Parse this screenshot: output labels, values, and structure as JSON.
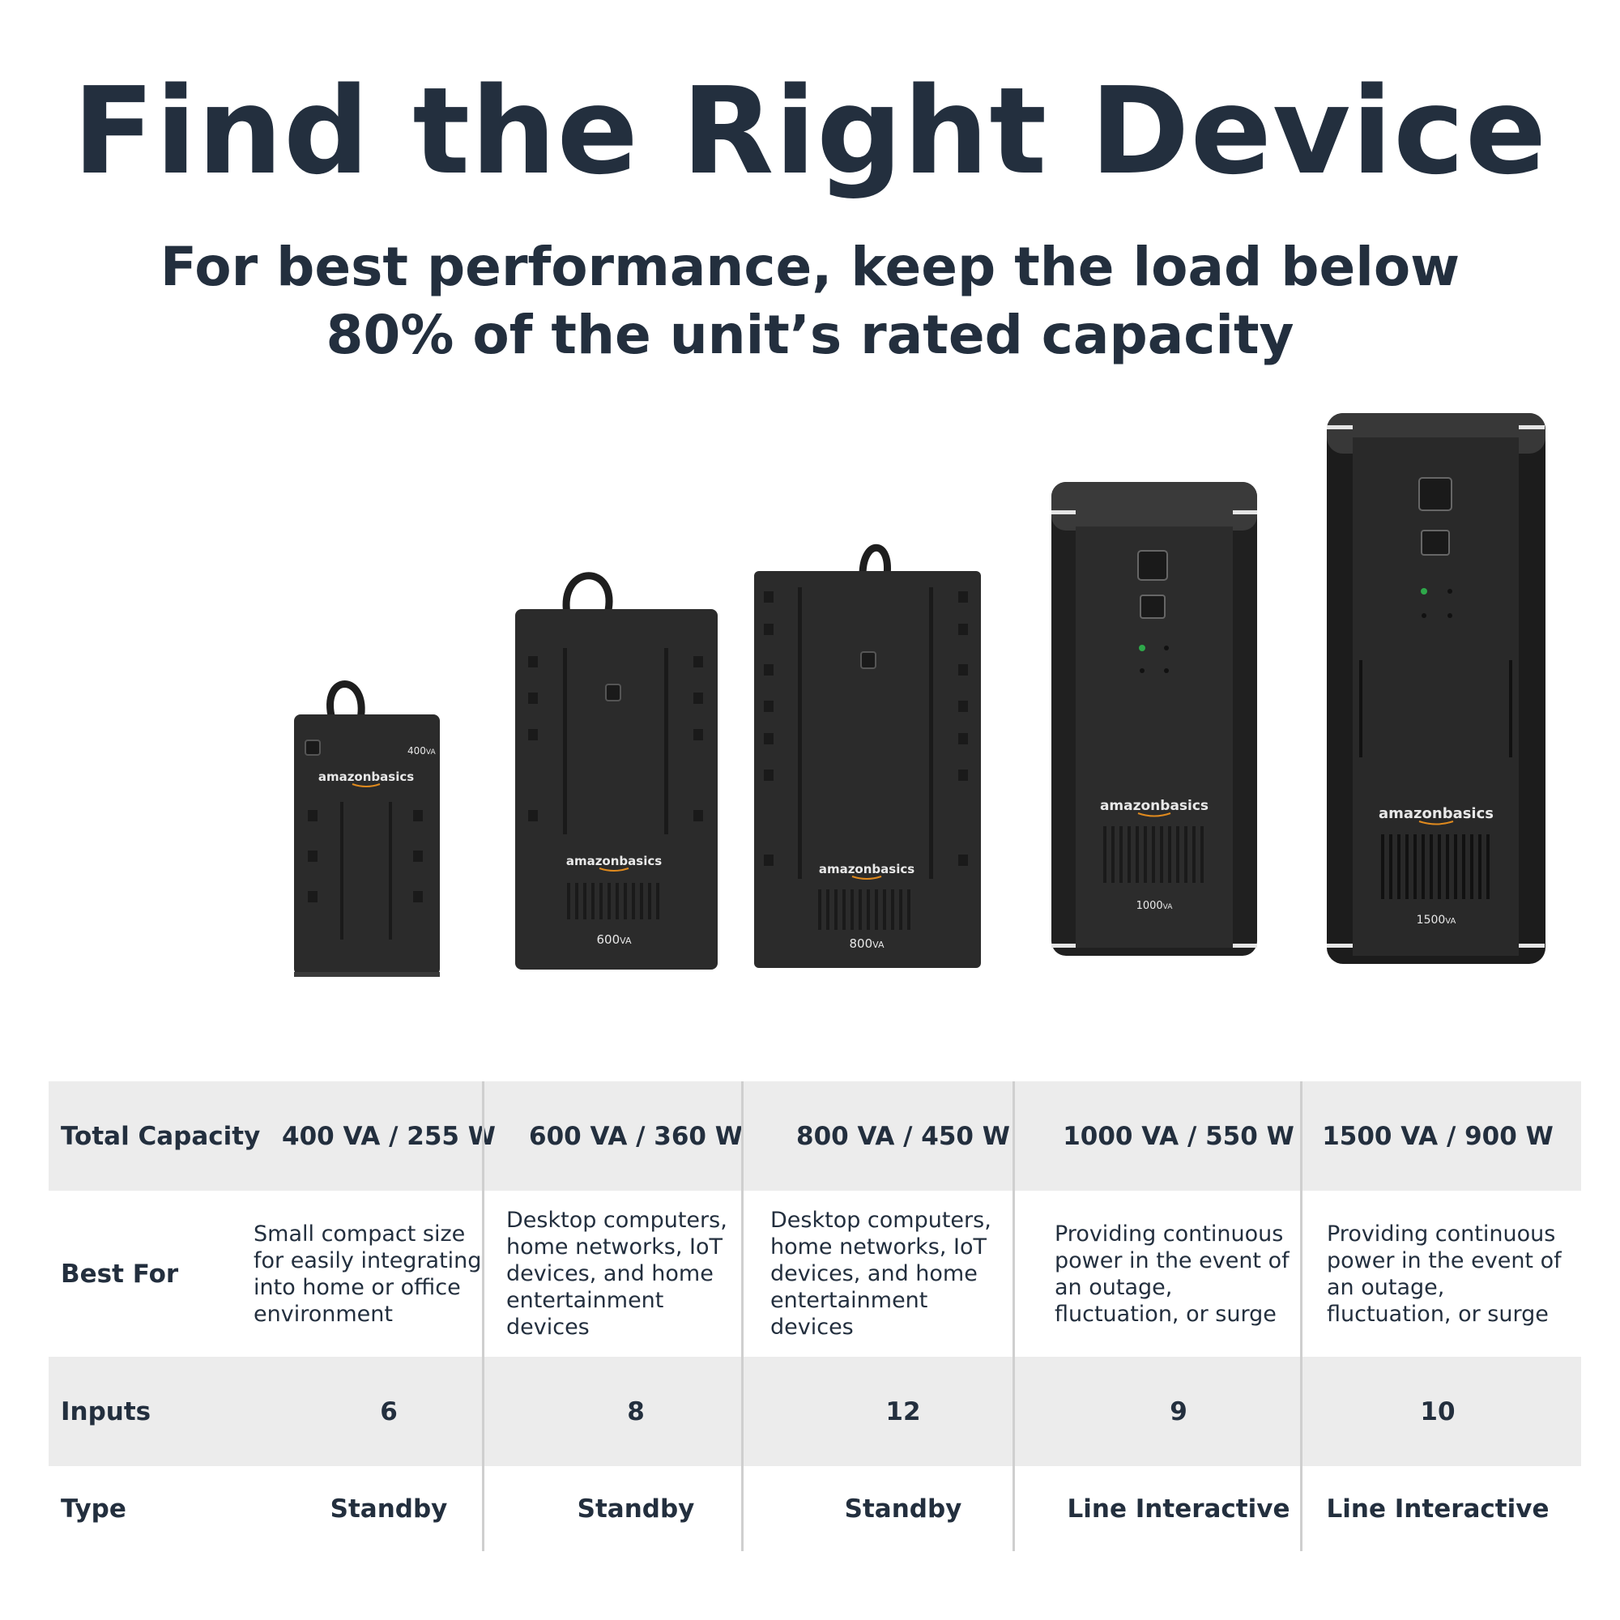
{
  "title": "Find the Right Device",
  "subtitle_line1": "For best performance, keep the load below",
  "subtitle_line2": "80% of the unit’s rated capacity",
  "products": [
    {
      "brand": "amazonbasics",
      "rating_num": "400",
      "rating_unit": "VA"
    },
    {
      "brand": "amazonbasics",
      "rating_num": "600",
      "rating_unit": "VA"
    },
    {
      "brand": "amazonbasics",
      "rating_num": "800",
      "rating_unit": "VA"
    },
    {
      "brand": "amazonbasics",
      "rating_num": "1000",
      "rating_unit": "VA"
    },
    {
      "brand": "amazonbasics",
      "rating_num": "1500",
      "rating_unit": "VA"
    }
  ],
  "table": {
    "rows": [
      {
        "label": "Total Capacity",
        "values": [
          "400 VA / 255 W",
          "600 VA / 360 W",
          "800 VA / 450 W",
          "1000 VA / 550 W",
          "1500 VA / 900 W"
        ]
      },
      {
        "label": "Best For",
        "values": [
          "Small compact size for easily integrating into home or office environment",
          "Desktop computers, home networks, IoT devices, and home entertainment devices",
          "Desktop computers, home networks, IoT devices, and home entertainment devices",
          "Providing continuous power in the event of an outage, fluctuation, or surge",
          "Providing continuous power in the event of an outage, fluctuation, or surge"
        ]
      },
      {
        "label": "Inputs",
        "values": [
          "6",
          "8",
          "12",
          "9",
          "10"
        ]
      },
      {
        "label": "Type",
        "values": [
          "Standby",
          "Standby",
          "Standby",
          "Line Interactive",
          "Line Interactive"
        ]
      }
    ]
  },
  "colors": {
    "heading": "#232f3e",
    "row_shade": "#ececec",
    "device_body": "#2b2b2b",
    "divider": "#cfcfcf"
  }
}
